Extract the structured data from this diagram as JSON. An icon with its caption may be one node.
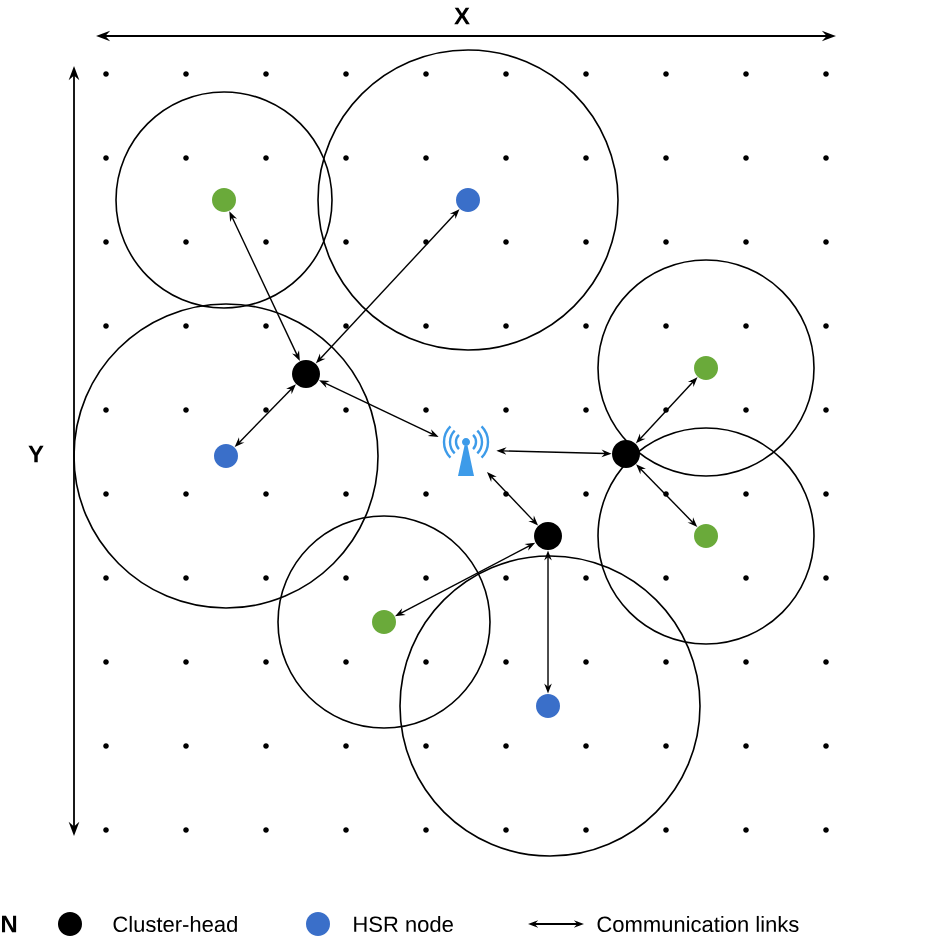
{
  "diagram": {
    "nodes": [
      {
        "text": [],
        "shape": "circle"
      },
      {
        "text": [],
        "shape": "circle"
      },
      {
        "text": [],
        "shape": "circle"
      },
      {
        "text": [],
        "shape": "circle"
      },
      {
        "text": [],
        "shape": "antenna"
      },
      {
        "text": [],
        "shape": "circle"
      },
      {
        "text": [],
        "shape": "circle"
      },
      {
        "text": [],
        "shape": "circle"
      },
      {
        "text": [],
        "shape": "circle"
      },
      {
        "text": [],
        "shape": "circle"
      },
      {
        "text": [],
        "shape": "circle"
      }
    ],
    "edges": [
      {
        "from": 2,
        "to": 0,
        "arrow": "both"
      },
      {
        "from": 2,
        "to": 1,
        "arrow": "both"
      },
      {
        "from": 2,
        "to": 6,
        "arrow": "both"
      },
      {
        "from": 2,
        "to": 4,
        "arrow": "both"
      },
      {
        "from": 4,
        "to": 5,
        "arrow": "both"
      },
      {
        "from": 4,
        "to": 7,
        "arrow": "both"
      },
      {
        "from": 5,
        "to": 3,
        "arrow": "both"
      },
      {
        "from": 5,
        "to": 8,
        "arrow": "both"
      },
      {
        "from": 7,
        "to": 9,
        "arrow": "both"
      },
      {
        "from": 7,
        "to": 10,
        "arrow": "both"
      }
    ],
    "labels": [
      "X",
      "Y",
      "N"
    ],
    "legend": [
      {
        "text": "Cluster-head",
        "color": "#000000"
      },
      {
        "text": "HSR node",
        "color": "#3a6fc9"
      },
      {
        "text": "Communication links"
      }
    ]
  }
}
